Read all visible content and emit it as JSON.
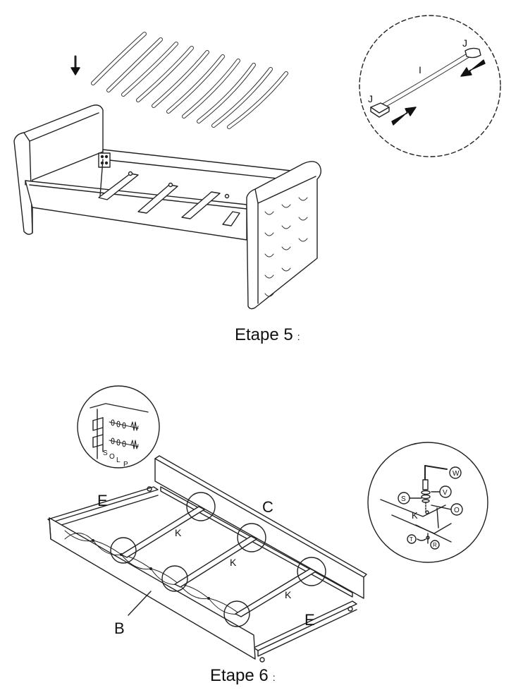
{
  "step5": {
    "title": "Etape 5",
    "colon": ":",
    "detail_labels": {
      "slat": "I",
      "cap_top": "J",
      "cap_bottom": "J"
    }
  },
  "step6": {
    "title": "Etape 6",
    "colon": ":",
    "part_labels": {
      "rail_left": "E",
      "rail_back": "C",
      "front_panel": "B",
      "rail_bottom": "E",
      "slat_1": "K",
      "slat_2": "K",
      "slat_3": "K"
    },
    "detail_left_labels": {
      "s": "S",
      "o": "O",
      "l": "L",
      "p": "P"
    },
    "detail_right_labels": {
      "w": "W",
      "v": "V",
      "s": "S",
      "o": "O",
      "k": "K",
      "t": "T",
      "r": "R"
    }
  }
}
